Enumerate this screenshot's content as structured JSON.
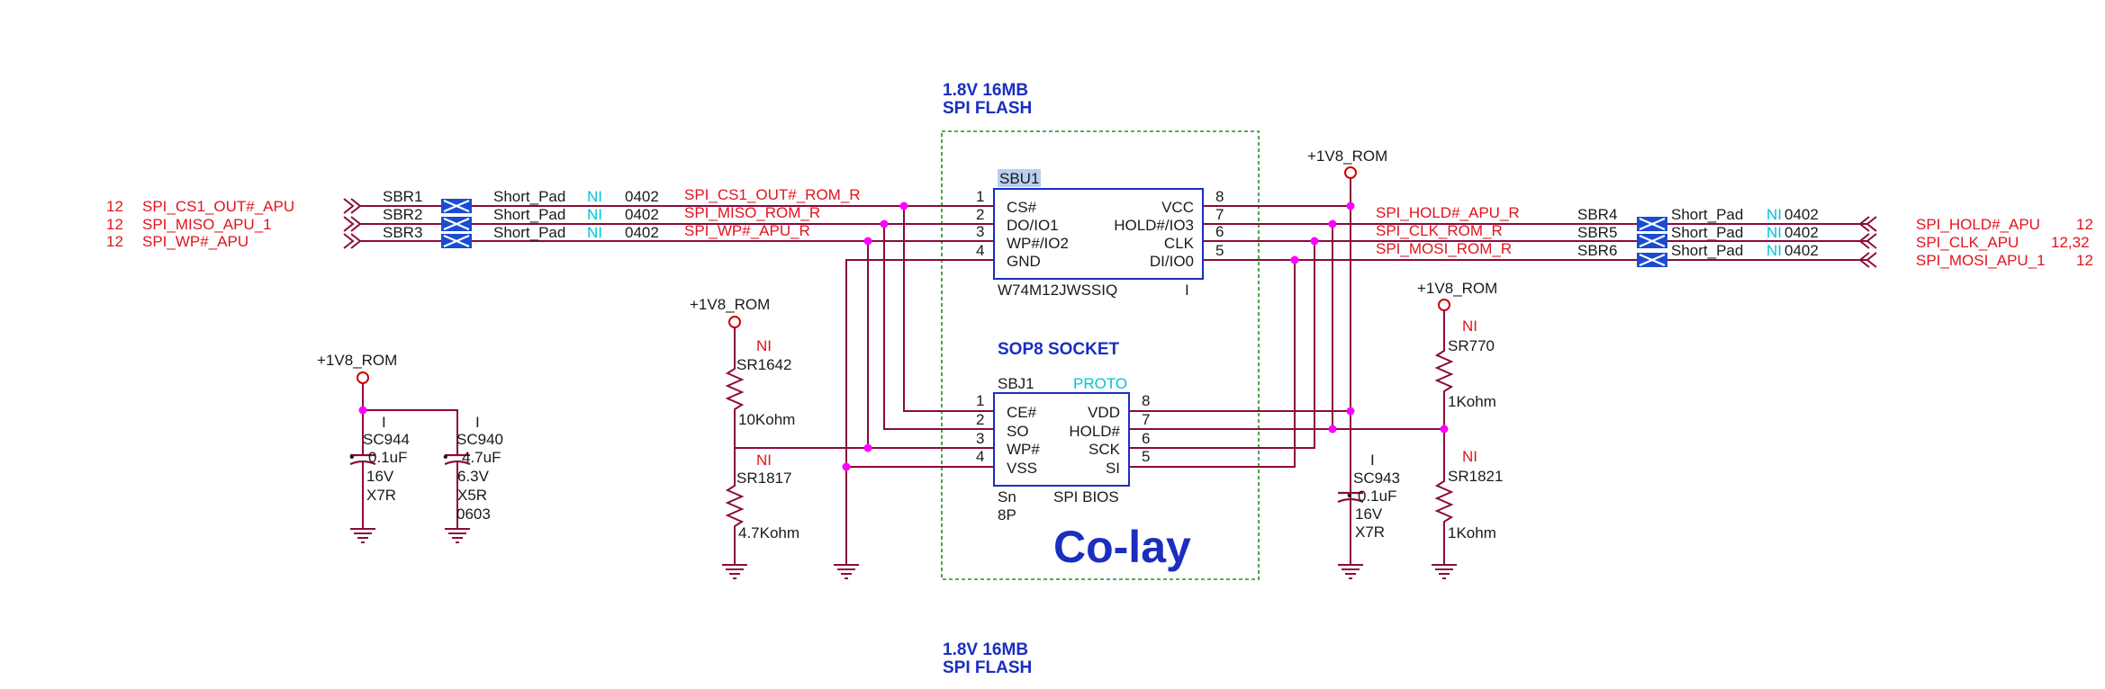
{
  "colors": {
    "wire": "#8b0a3c",
    "net": "#e0141e",
    "ni": "#00c4d6",
    "title": "#1a2ec0",
    "black": "#1a1a1a",
    "junction": "#ff00ff",
    "bar": "#1a4cd0",
    "coverline": "#2a8a2a",
    "power": "#cc0000",
    "highlight": "#b8cfee"
  },
  "titles": {
    "top_line1": "1.8V 16MB",
    "top_line2": "SPI FLASH",
    "bottom_line1": "1.8V 16MB",
    "bottom_line2": "SPI FLASH",
    "socket": "SOP8 SOCKET",
    "colay": "Co-lay"
  },
  "power": {
    "rom": "+1V8_ROM"
  },
  "left_ports": [
    {
      "page": "12",
      "name": "SPI_CS1_OUT#_APU"
    },
    {
      "page": "12",
      "name": "SPI_MISO_APU_1"
    },
    {
      "page": "12",
      "name": "SPI_WP#_APU"
    }
  ],
  "left_pads": [
    {
      "ref": "SBR1",
      "type": "Short_Pad",
      "ni": "NI",
      "size": "0402",
      "net": "SPI_CS1_OUT#_ROM_R"
    },
    {
      "ref": "SBR2",
      "type": "Short_Pad",
      "ni": "NI",
      "size": "0402",
      "net": "SPI_MISO_ROM_R"
    },
    {
      "ref": "SBR3",
      "type": "Short_Pad",
      "ni": "NI",
      "size": "0402",
      "net": "SPI_WP#_APU_R"
    }
  ],
  "right_pads": [
    {
      "ref": "SBR4",
      "type": "Short_Pad",
      "ni": "NI",
      "size": "0402",
      "net": "SPI_HOLD#_APU_R"
    },
    {
      "ref": "SBR5",
      "type": "Short_Pad",
      "ni": "NI",
      "size": "0402",
      "net": "SPI_CLK_ROM_R"
    },
    {
      "ref": "SBR6",
      "type": "Short_Pad",
      "ni": "NI",
      "size": "0402",
      "net": "SPI_MOSI_ROM_R"
    }
  ],
  "right_ports": [
    {
      "name": "SPI_HOLD#_APU",
      "page": "12"
    },
    {
      "name": "SPI_CLK_APU",
      "page": "12,32"
    },
    {
      "name": "SPI_MOSI_APU_1",
      "page": "12"
    }
  ],
  "flash": {
    "ref": "SBU1",
    "part": "W74M12JWSSIQ",
    "flag": "I",
    "left_pins": [
      {
        "num": "1",
        "name": "CS#"
      },
      {
        "num": "2",
        "name": "DO/IO1"
      },
      {
        "num": "3",
        "name": "WP#/IO2"
      },
      {
        "num": "4",
        "name": "GND"
      }
    ],
    "right_pins": [
      {
        "num": "8",
        "name": "VCC"
      },
      {
        "num": "7",
        "name": "HOLD#/IO3"
      },
      {
        "num": "6",
        "name": "CLK"
      },
      {
        "num": "5",
        "name": "DI/IO0"
      }
    ]
  },
  "socket": {
    "ref": "SBJ1",
    "tag": "PROTO",
    "status": "Sn",
    "pins_label": "8P",
    "part": "SPI BIOS",
    "left_pins": [
      {
        "num": "1",
        "name": "CE#"
      },
      {
        "num": "2",
        "name": "SO"
      },
      {
        "num": "3",
        "name": "WP#"
      },
      {
        "num": "4",
        "name": "VSS"
      }
    ],
    "right_pins": [
      {
        "num": "8",
        "name": "VDD"
      },
      {
        "num": "7",
        "name": "HOLD#"
      },
      {
        "num": "6",
        "name": "SCK"
      },
      {
        "num": "5",
        "name": "SI"
      }
    ]
  },
  "resistors": [
    {
      "ref": "SR1642",
      "ni": "NI",
      "value": "10Kohm"
    },
    {
      "ref": "SR1817",
      "ni": "NI",
      "value": "4.7Kohm"
    },
    {
      "ref": "SR770",
      "ni": "NI",
      "value": "1Kohm"
    },
    {
      "ref": "SR1821",
      "ni": "NI",
      "value": "1Kohm"
    }
  ],
  "capacitors": [
    {
      "ref": "SC944",
      "flag": "I",
      "value": "0.1uF",
      "voltage": "16V",
      "dielectric": "X7R",
      "package": ""
    },
    {
      "ref": "SC940",
      "flag": "I",
      "value": "4.7uF",
      "voltage": "6.3V",
      "dielectric": "X5R",
      "package": "0603"
    },
    {
      "ref": "SC943",
      "flag": "I",
      "value": "0.1uF",
      "voltage": "16V",
      "dielectric": "X7R",
      "package": ""
    }
  ]
}
